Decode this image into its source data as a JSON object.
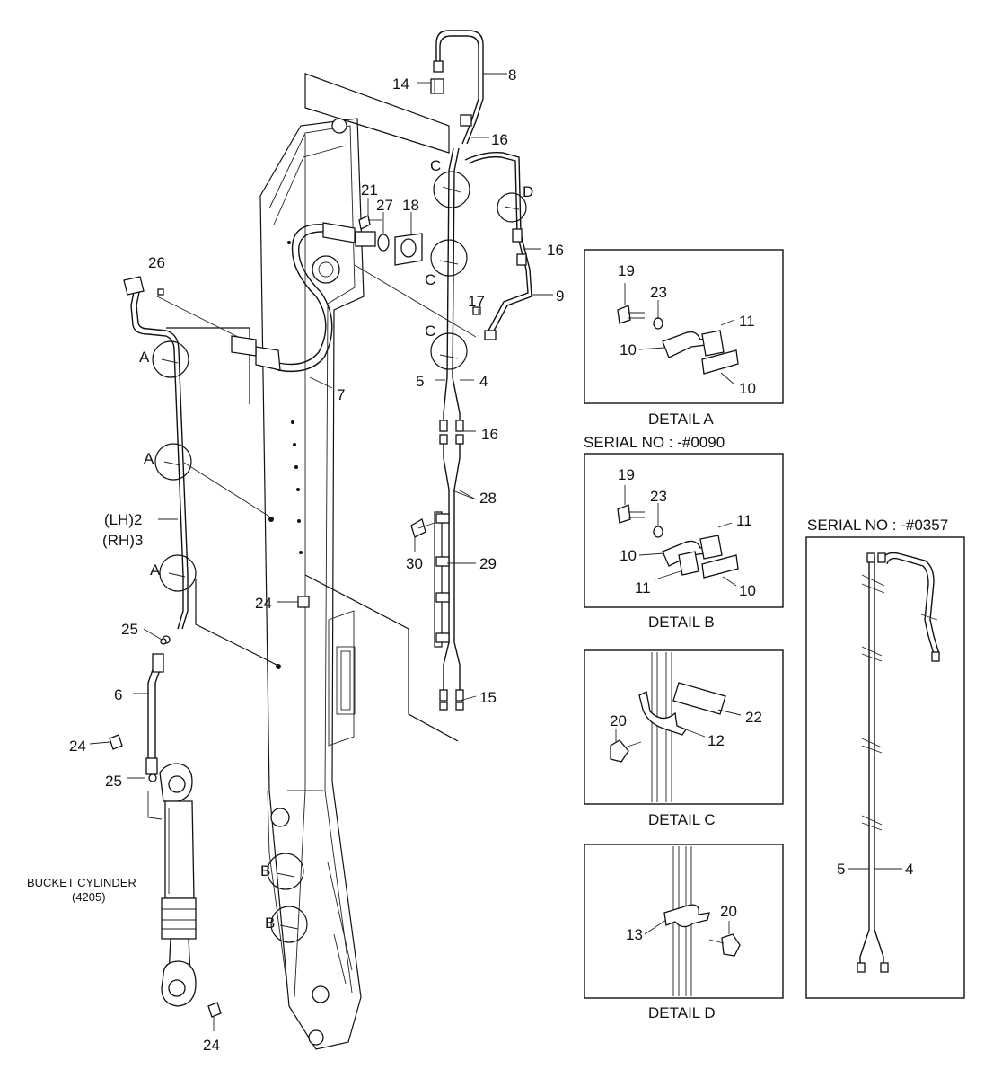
{
  "callouts": {
    "c1": "14",
    "c2": "8",
    "c3": "16",
    "c4": "C",
    "c5": "D",
    "c6": "21",
    "c7": "27",
    "c8": "18",
    "c9": "16",
    "c10": "C",
    "c11": "9",
    "c12": "26",
    "c13": "17",
    "c14": "C",
    "c15": "A",
    "c16": "7",
    "c17": "5",
    "c18": "4",
    "c19": "16",
    "c20": "A",
    "c21": "28",
    "c22": "(LH)2",
    "c23": "(RH)3",
    "c24": "30",
    "c25": "29",
    "c26": "A",
    "c27": "24",
    "c28": "25",
    "c29": "15",
    "c30": "6",
    "c31": "24",
    "c32": "25",
    "c33": "B",
    "c34": "B",
    "c35": "24"
  },
  "bucket_cylinder": {
    "line1": "BUCKET CYLINDER",
    "line2": "(4205)"
  },
  "detail_a": {
    "caption": "DETAIL A",
    "labels": {
      "l19": "19",
      "l23": "23",
      "l11": "11",
      "l10a": "10",
      "l10b": "10"
    }
  },
  "serial_b": "SERIAL NO : -#0090",
  "detail_b": {
    "caption": "DETAIL B",
    "labels": {
      "l19": "19",
      "l23": "23",
      "l11a": "11",
      "l10a": "10",
      "l11b": "11",
      "l10b": "10"
    }
  },
  "detail_c": {
    "caption": "DETAIL C",
    "labels": {
      "l22": "22",
      "l20": "20",
      "l12": "12"
    }
  },
  "detail_d": {
    "caption": "DETAIL D",
    "labels": {
      "l20": "20",
      "l13": "13"
    }
  },
  "serial_right": "SERIAL NO : -#0357",
  "serial_panel": {
    "l5": "5",
    "l4": "4"
  }
}
